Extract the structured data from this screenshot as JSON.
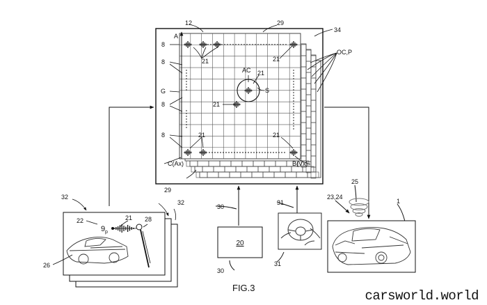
{
  "figure": {
    "caption": "FIG.3"
  },
  "watermark": "carsworld.world",
  "matrix": {
    "labels": {
      "frame": "12",
      "grid": "29",
      "stack": "34",
      "oc_p": "OC,P",
      "axis_a": "A",
      "g": "G",
      "ac": "AC",
      "s": "S",
      "corner_left": "C(Ax)",
      "corner_right": "B(Vx)",
      "bottom": "29",
      "cluster": "8",
      "sample": "21"
    }
  },
  "source_sheets": {
    "ref": "32",
    "ref2": "32",
    "label_22": "22",
    "label_21": "21",
    "label_28": "28",
    "label_26": "26",
    "label_p": "p"
  },
  "processor": {
    "ref": "20",
    "ref_arrow": "30",
    "ref_bottom": "30"
  },
  "steering": {
    "ref": "31",
    "ref_bottom": "31"
  },
  "sound_source": {
    "ref": "25",
    "ref_pair": "23,24"
  },
  "vehicle": {
    "ref": "1"
  }
}
